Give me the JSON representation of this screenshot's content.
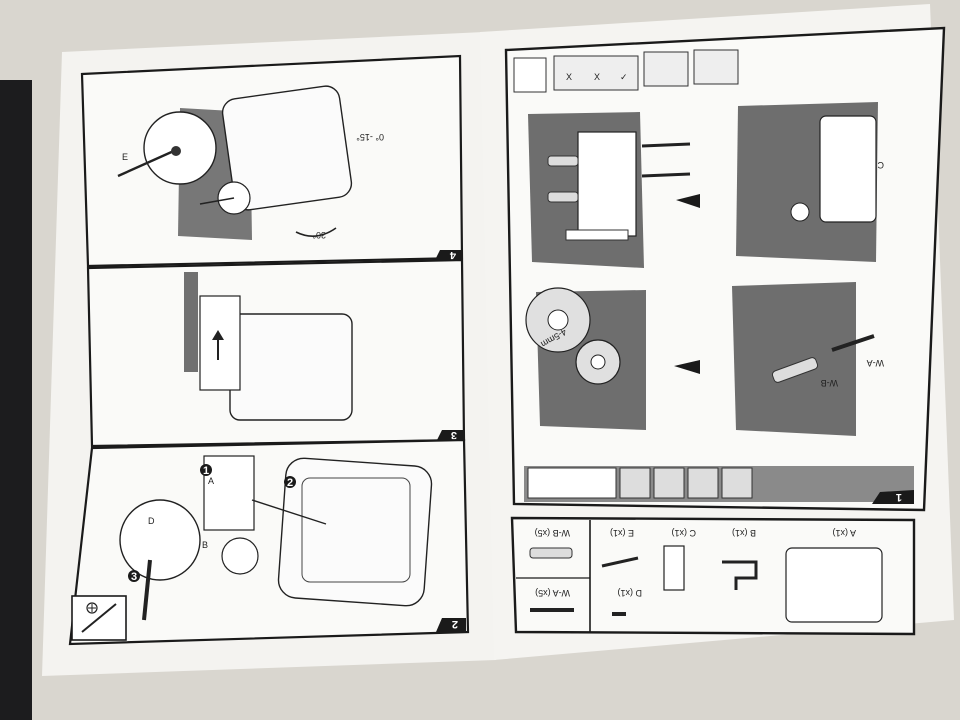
{
  "steps": {
    "s1": "1",
    "s2": "2",
    "s3": "3",
    "s4": "4"
  },
  "angles": {
    "tilt": "0° -15°",
    "swivel": "30°"
  },
  "step1_labels": {
    "wb": "W-B",
    "wa": "W-A",
    "c": "C",
    "distance": "4-5mm"
  },
  "step2_labels": {
    "a": "A",
    "b": "B",
    "d": "D"
  },
  "step4_labels": {
    "e": "E"
  },
  "callouts": {
    "one": "1",
    "two": "2",
    "three": "3"
  },
  "parts": [
    {
      "id": "A",
      "label": "A (x1)"
    },
    {
      "id": "B",
      "label": "B (x1)"
    },
    {
      "id": "C",
      "label": "C (x1)"
    },
    {
      "id": "D",
      "label": "D (x1)"
    },
    {
      "id": "E",
      "label": "E (x1)"
    },
    {
      "id": "W-A",
      "label": "W-A (x5)"
    },
    {
      "id": "W-B",
      "label": "W-B (x5)"
    }
  ],
  "colors": {
    "paper": "#f6f5f2",
    "wall": "#707070",
    "frame": "#1a1a1a",
    "background": "#d9d6cf"
  }
}
